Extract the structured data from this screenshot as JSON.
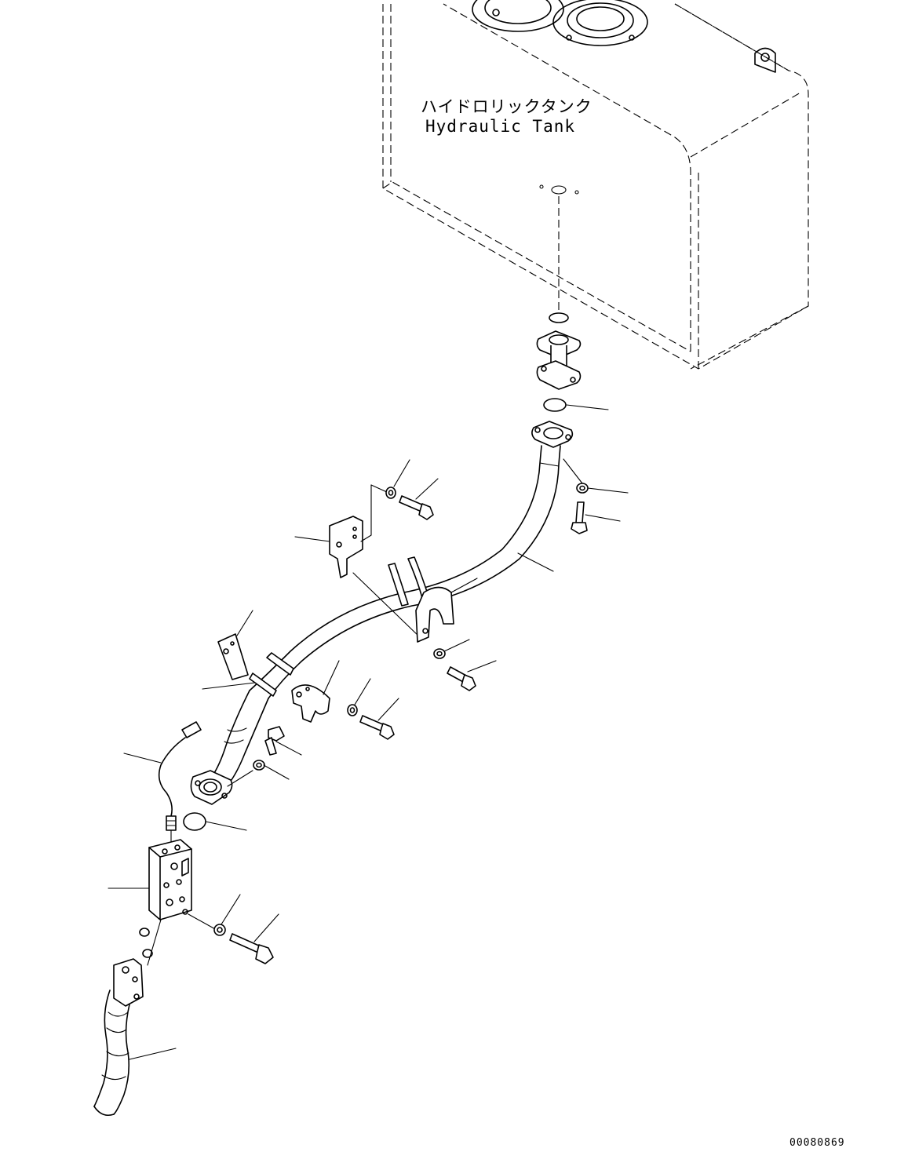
{
  "tank_label_jp": "ハイドロリックタンク",
  "tank_label_en": "Hydraulic Tank",
  "drawing_code": "00080869"
}
